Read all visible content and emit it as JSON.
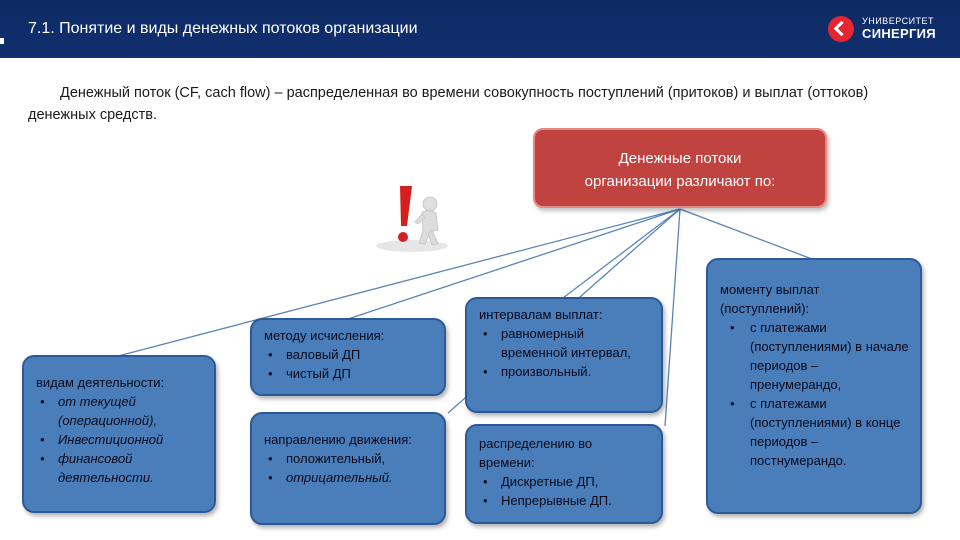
{
  "header": {
    "title": "7.1. Понятие и виды денежных потоков организации",
    "logo_line1": "УНИВЕРСИТЕТ",
    "logo_line2": "СИНЕРГИЯ"
  },
  "definition": "Денежный поток (CF, cach flow) – распределенная во времени совокупность поступлений (притоков) и выплат (оттоков) денежных средств.",
  "top_box": {
    "line1": "Денежные потоки",
    "line2": "организации различают по:"
  },
  "boxes": {
    "activities": {
      "title": "видам деятельности:",
      "items": [
        "от текущей (операционной),",
        "Инвестиционной",
        "финансовой деятельности."
      ]
    },
    "calc": {
      "title": "методу исчисления:",
      "items": [
        "валовый ДП",
        "чистый ДП"
      ]
    },
    "direction": {
      "title": "направлению движения:",
      "items": [
        "положительный,",
        "отрицательный."
      ]
    },
    "intervals": {
      "title": "интервалам выплат:",
      "items": [
        "равномерный временной интервал,",
        "произвольный."
      ]
    },
    "time": {
      "title": "распределению во времени:",
      "items": [
        "Дискретные ДП,",
        "Непрерывные ДП."
      ]
    },
    "moment": {
      "title": "моменту выплат (поступлений):",
      "items": [
        "с платежами (поступлениями) в начале периодов – пренумерандо,",
        "с платежами (поступлениями) в конце периодов – постнумерандо."
      ]
    }
  },
  "colors": {
    "header_bg": "#0d2a63",
    "top_box": "#c0433f",
    "box": "#4a7ebb",
    "box_border": "#2c5a96",
    "logo_red": "#e3262f"
  },
  "icons": {
    "figure": "person-with-exclamation-icon",
    "logo": "synergy-logo-icon"
  }
}
